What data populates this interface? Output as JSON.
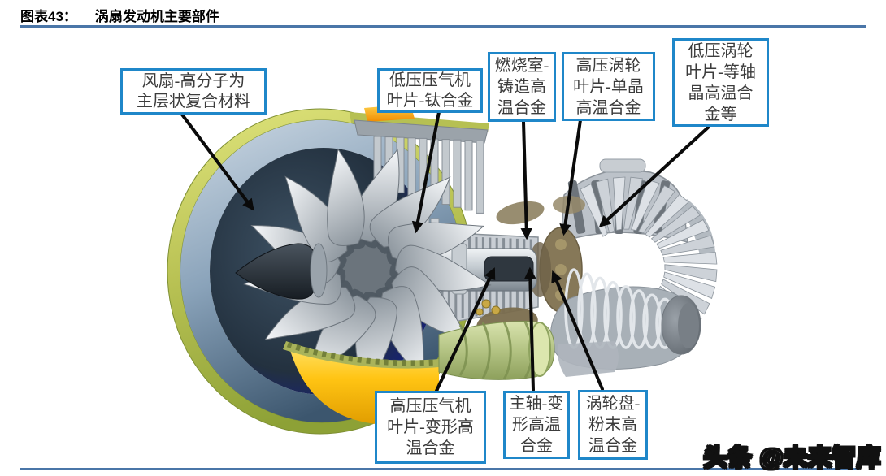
{
  "figure": {
    "label": "图表43：",
    "title": "涡扇发动机主要部件"
  },
  "callouts": [
    {
      "id": "fan",
      "text": "风扇-高分子为\n主层状复合材料"
    },
    {
      "id": "lpc",
      "text": "低压压气机\n叶片-钛合金"
    },
    {
      "id": "comb",
      "text": "燃烧室-\n铸造高\n温合金"
    },
    {
      "id": "hpt",
      "text": "高压涡轮\n叶片-单晶\n高温合金"
    },
    {
      "id": "lpt",
      "text": "低压涡轮\n叶片-等轴\n晶高温合\n金等"
    },
    {
      "id": "hpc",
      "text": "高压压气机\n叶片-变形高\n温合金"
    },
    {
      "id": "shaft",
      "text": "主轴-变\n形高温\n合金"
    },
    {
      "id": "disk",
      "text": "涡轮盘-\n粉末高\n温合金"
    }
  ],
  "watermark": {
    "text": "头条 @未来智库"
  },
  "colors": {
    "box_border": "#1f87c9",
    "rule": "#4a76a8",
    "leader": "#0a0a0a",
    "watermark_fill": "#ffffff",
    "watermark_outline": "#111111"
  }
}
